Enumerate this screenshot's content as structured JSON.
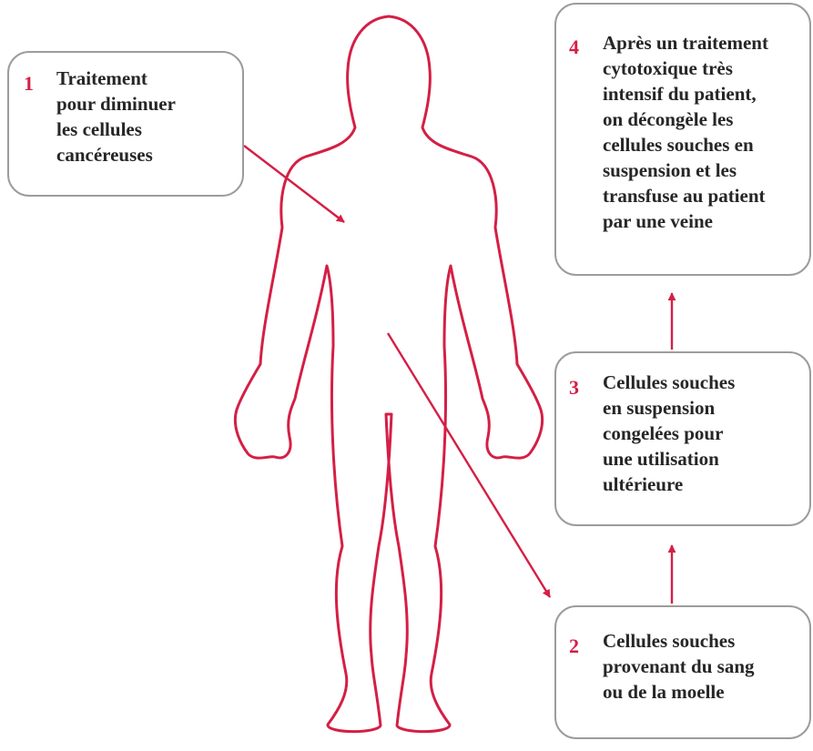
{
  "colors": {
    "accent": "#d41f45",
    "box_border": "#9c9c9c",
    "text": "#262626"
  },
  "steps": [
    {
      "number": "1",
      "text": "Traitement\npour diminuer\nles cellules\ncancéreuses"
    },
    {
      "number": "2",
      "text": "Cellules souches\nprovenant du sang\nou de la moelle"
    },
    {
      "number": "3",
      "text": "Cellules souches\nen suspension\ncongelées pour\nune utilisation\nultérieure"
    },
    {
      "number": "4",
      "text": "Après un traitement\ncytotoxique très\nintensif du patient,\non décongèle les\ncellules souches en\nsuspension et les\ntransfuse au patient\npar une veine"
    }
  ]
}
